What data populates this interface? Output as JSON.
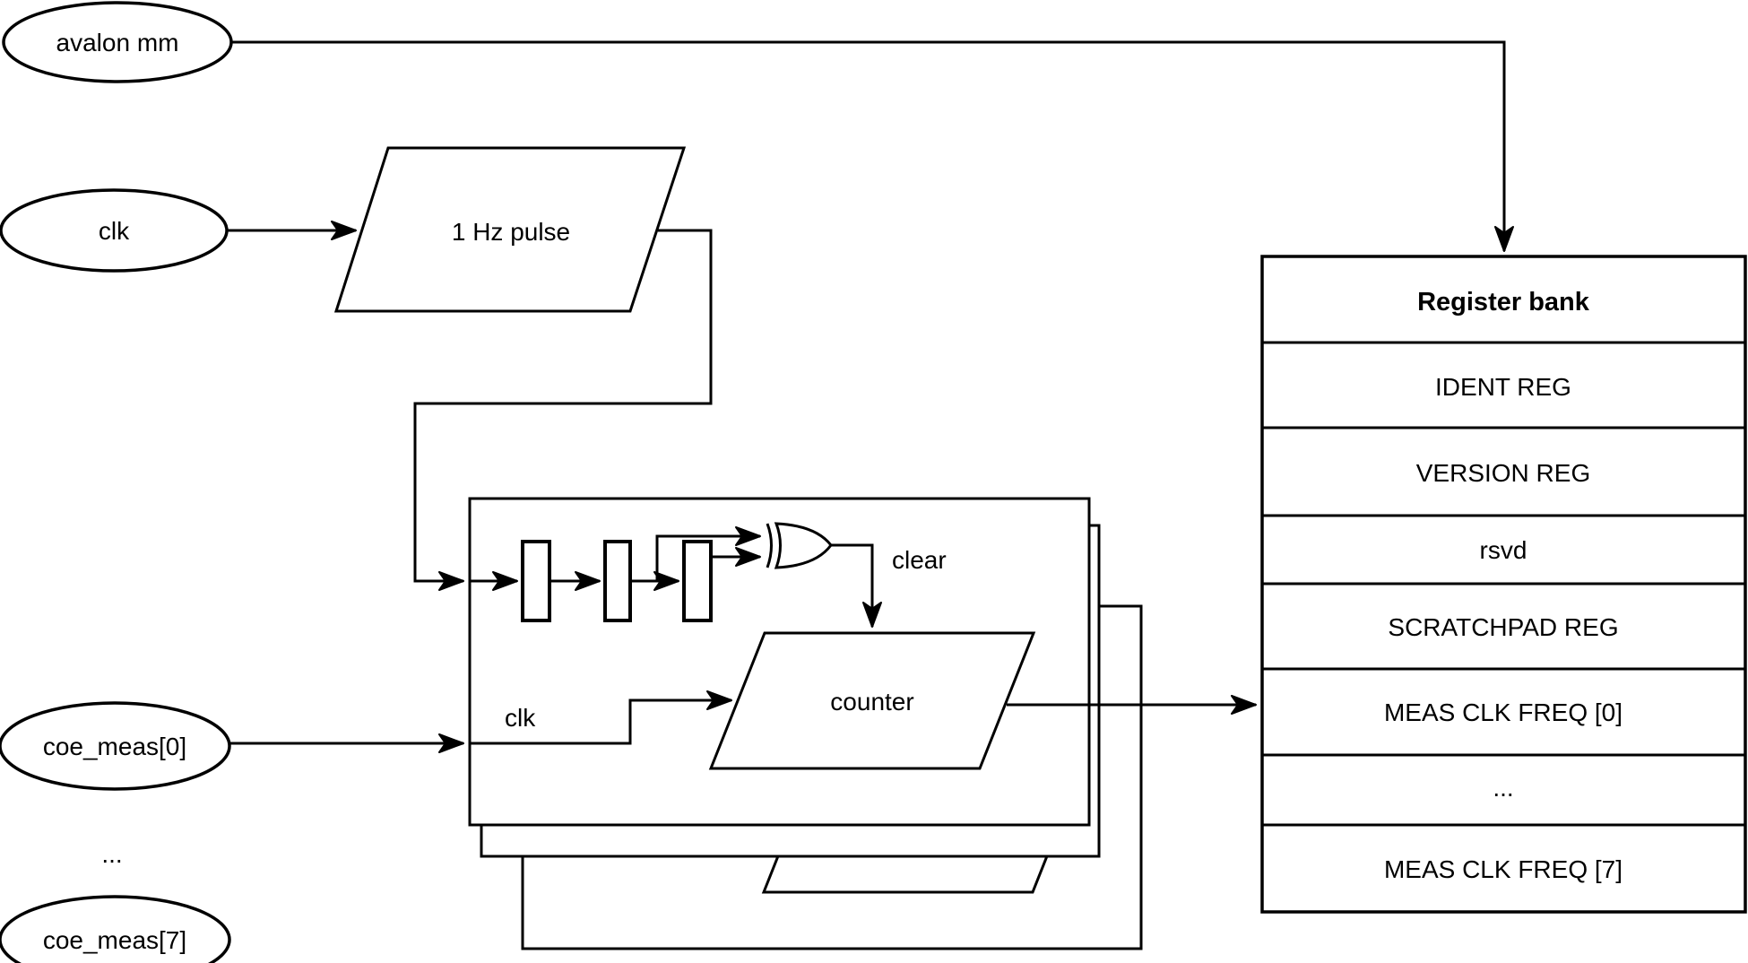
{
  "colors": {
    "ink": "#000000",
    "background": "#ffffff"
  },
  "nodes": {
    "avalon_mm": "avalon mm",
    "clk_input": "clk",
    "pulse": "1 Hz pulse",
    "coe_meas_0": "coe_meas[0]",
    "ellipsis": "...",
    "coe_meas_7": "coe_meas[7]"
  },
  "instance": {
    "clear_label": "clear",
    "clk_label": "clk",
    "counter_label": "counter"
  },
  "register_bank": {
    "header": "Register bank",
    "rows": [
      "IDENT REG",
      "VERSION REG",
      "rsvd",
      "SCRATCHPAD REG",
      "MEAS CLK FREQ [0]",
      "...",
      "MEAS CLK FREQ [7]"
    ]
  }
}
